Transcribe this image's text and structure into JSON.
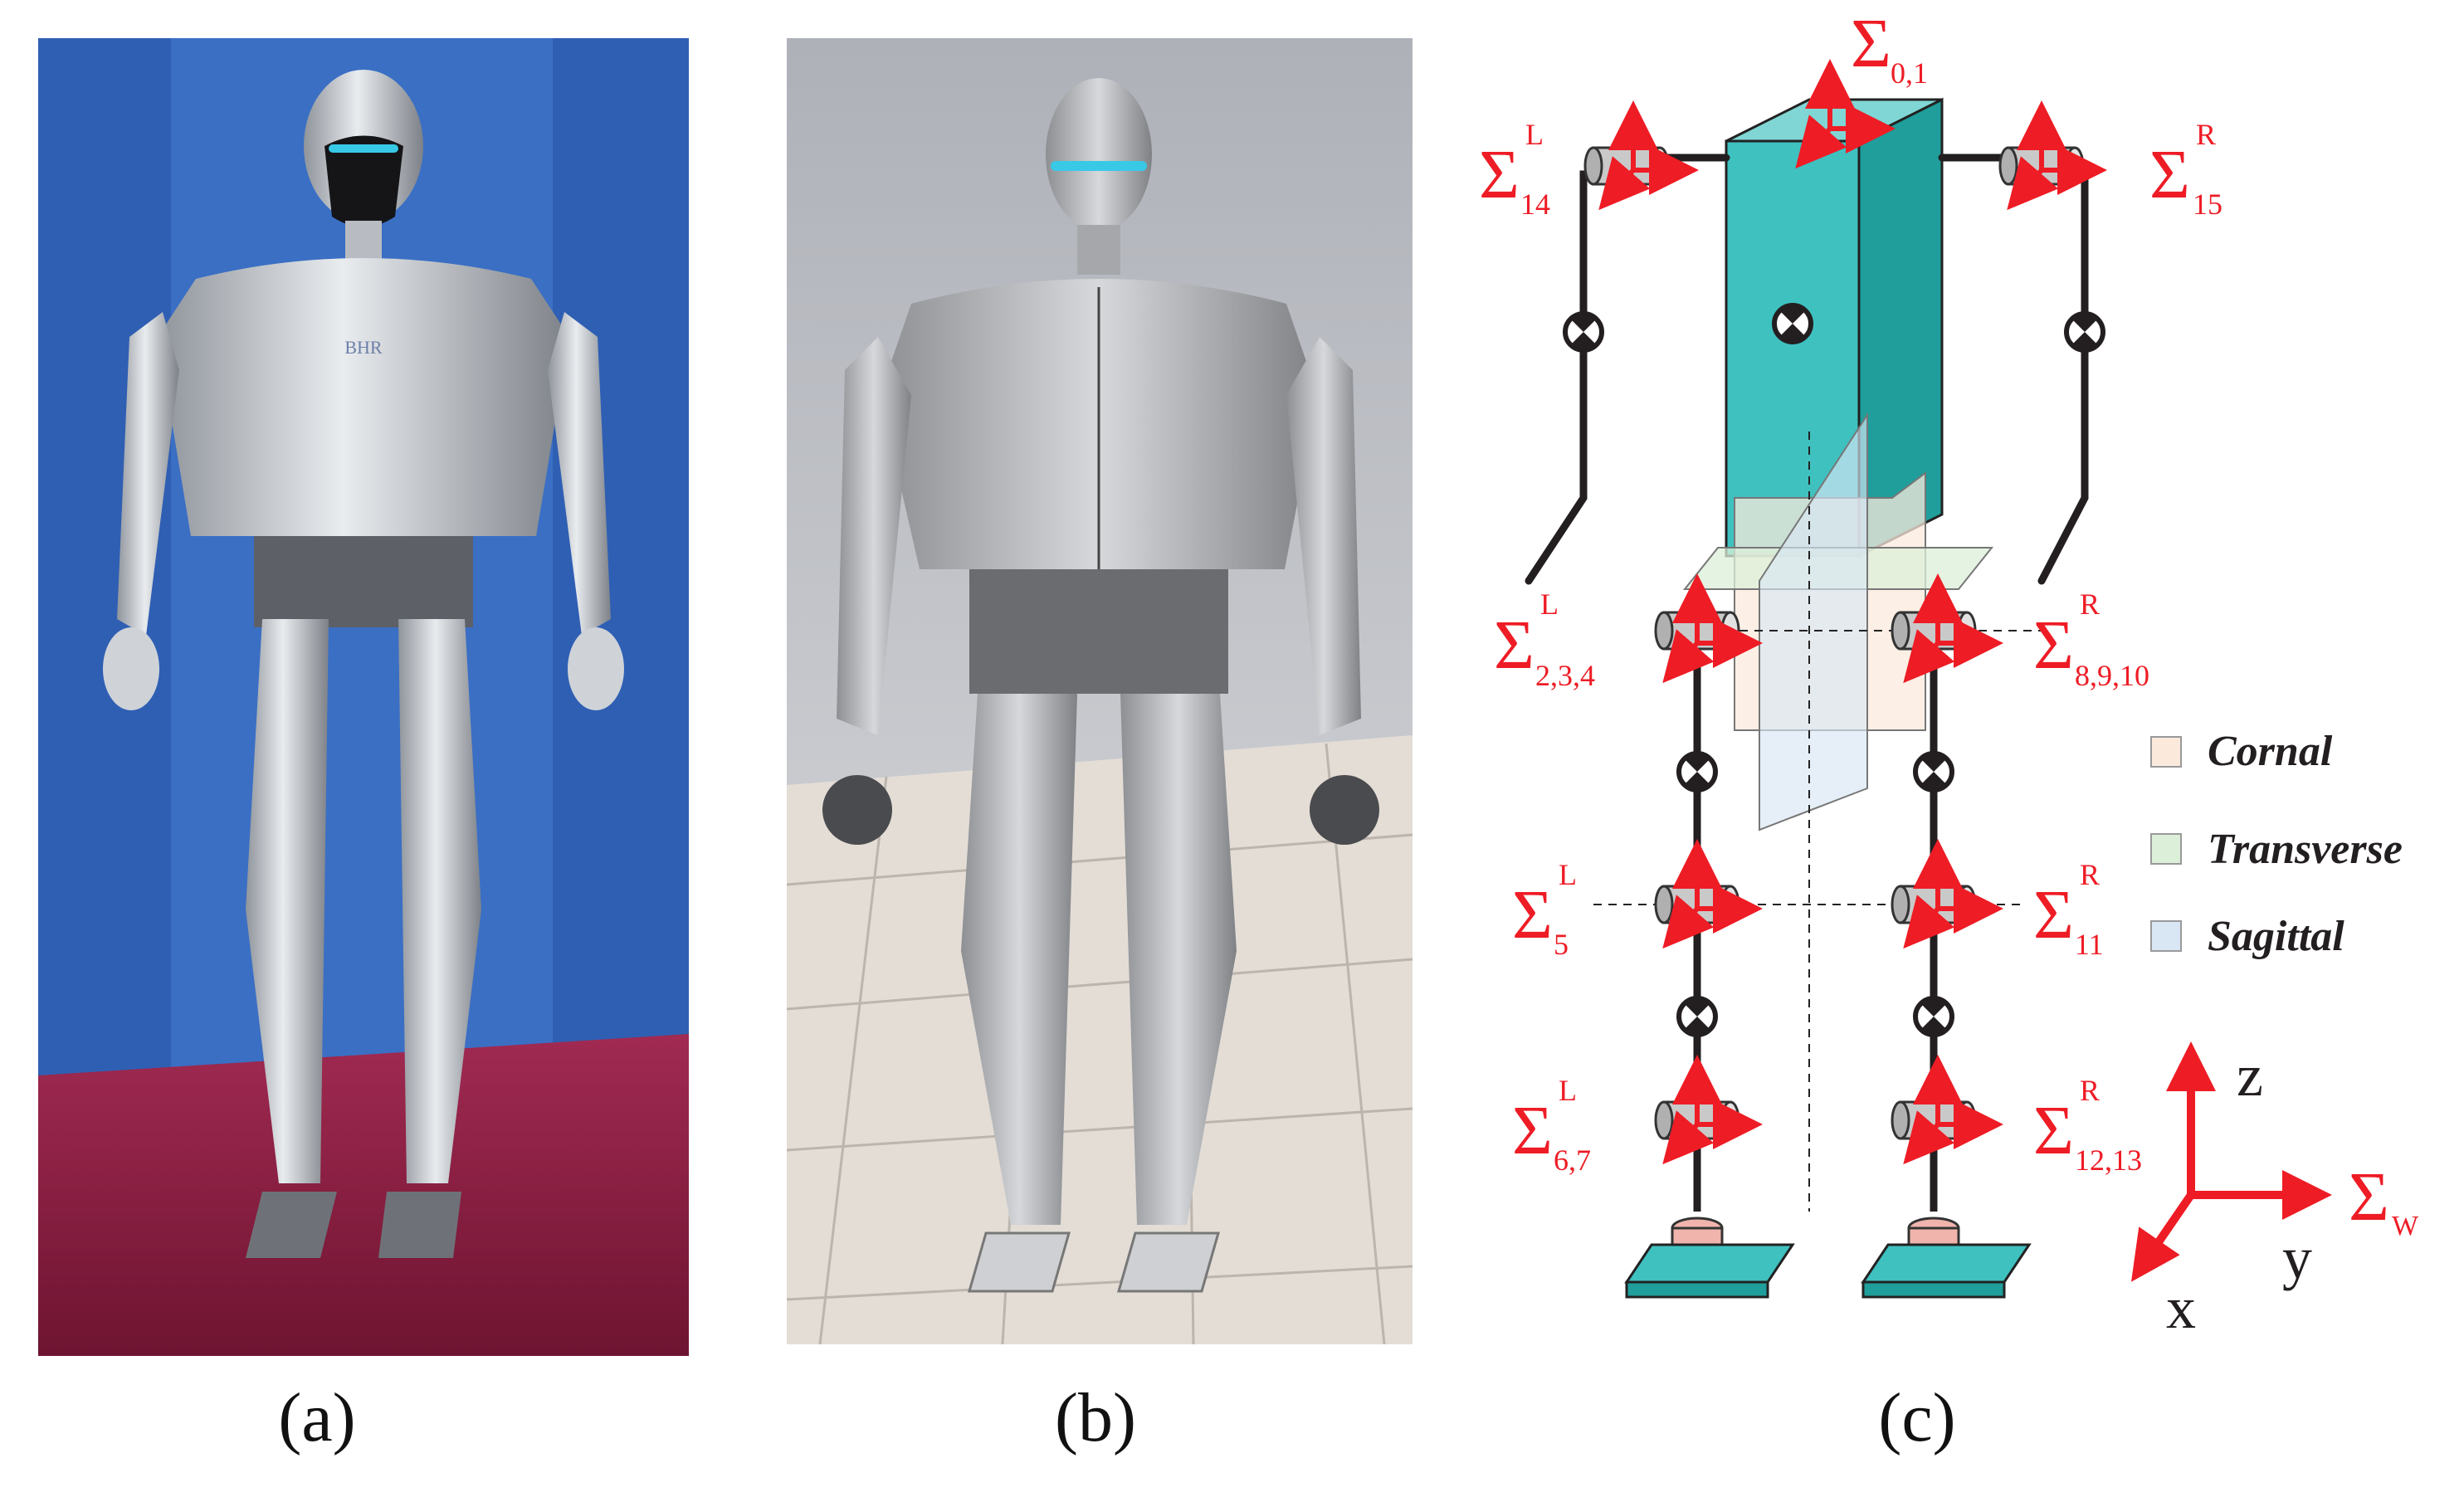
{
  "captions": {
    "a": "(a)",
    "b": "(b)",
    "c": "(c)"
  },
  "photo_label": "BHR",
  "frames": {
    "base": {
      "sym": "Σ",
      "sub": "0,1",
      "sup": ""
    },
    "left_shoulder": {
      "sym": "Σ",
      "sub": "14",
      "sup": "L"
    },
    "right_shoulder": {
      "sym": "Σ",
      "sub": "15",
      "sup": "R"
    },
    "left_hip": {
      "sym": "Σ",
      "sub": "2,3,4",
      "sup": "L"
    },
    "right_hip": {
      "sym": "Σ",
      "sub": "8,9,10",
      "sup": "R"
    },
    "left_knee": {
      "sym": "Σ",
      "sub": "5",
      "sup": "L"
    },
    "right_knee": {
      "sym": "Σ",
      "sub": "11",
      "sup": "R"
    },
    "left_ankle": {
      "sym": "Σ",
      "sub": "6,7",
      "sup": "L"
    },
    "right_ankle": {
      "sym": "Σ",
      "sub": "12,13",
      "sup": "R"
    },
    "world": {
      "sym": "Σ",
      "sub": "W",
      "sup": ""
    }
  },
  "legend": [
    {
      "label": "Cornal",
      "color": "#fbe9dc"
    },
    {
      "label": "Transverse",
      "color": "#dcefd8"
    },
    {
      "label": "Sagittal",
      "color": "#d9e7f5"
    }
  ],
  "axes": {
    "z": "z",
    "y": "y",
    "x": "x"
  },
  "colors": {
    "torso": "#3fc1c0",
    "torso_dark": "#1f9e9b",
    "frame_red": "#ee1c25",
    "link": "#231f20",
    "photo_bg_blue": "#3a6fc4",
    "photo_floor": "#8a1f3f",
    "sim_bg": "#c9ccd2"
  }
}
